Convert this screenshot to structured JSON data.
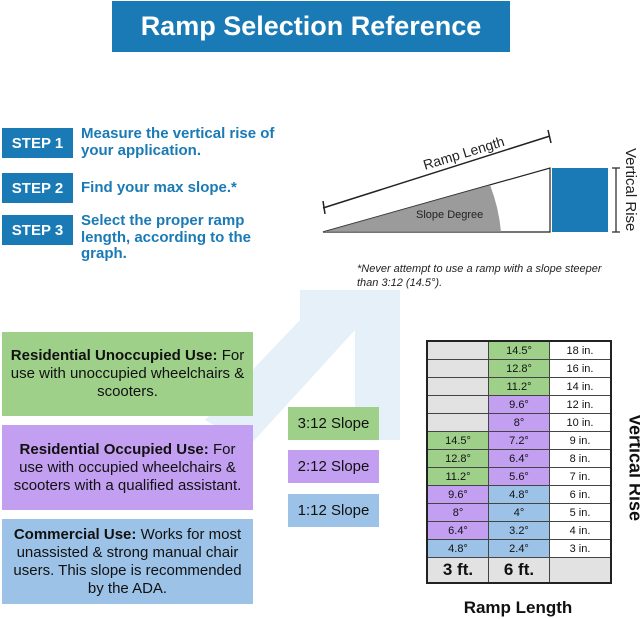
{
  "title": "Ramp Selection Reference",
  "steps": [
    {
      "badge": "STEP 1",
      "text_lines": [
        "Measure the vertical rise of",
        "your application."
      ]
    },
    {
      "badge": "STEP 2",
      "text_lines": [
        "Find your max slope.*"
      ]
    },
    {
      "badge": "STEP 3",
      "text_lines": [
        "Select the proper ramp",
        "length, according to the",
        "graph."
      ]
    }
  ],
  "diagram": {
    "ramp_length_label": "Ramp Length",
    "slope_degree_label": "Slope Degree",
    "vertical_rise_label": "Vertical Rise"
  },
  "note_lines": [
    "*Never attempt to use a ramp with a slope steeper",
    "than 3:12 (14.5°)."
  ],
  "uses": [
    {
      "heading": "Residential Unoccupied Use:",
      "rest": "For use with unoccupied wheelchairs & scooters.",
      "color": "#9ed08a"
    },
    {
      "heading": "Residential Occupied Use:",
      "rest": "For use with occupied wheelchairs & scooters with a qualified assistant.",
      "color": "#c29ff0"
    },
    {
      "heading": "Commercial Use:",
      "rest": "Works for most unassisted & strong manual chair users. This slope is recommended by the ADA.",
      "color": "#9cc3e7"
    }
  ],
  "slopes": [
    {
      "label": "3:12 Slope",
      "color": "#9ed08a"
    },
    {
      "label": "2:12 Slope",
      "color": "#c29ff0"
    },
    {
      "label": "1:12 Slope",
      "color": "#9cc3e7"
    }
  ],
  "table": {
    "rows": [
      {
        "c1": "",
        "c1_cls": "e",
        "c2": "14.5°",
        "c2_cls": "g",
        "rise": "18 in."
      },
      {
        "c1": "",
        "c1_cls": "e",
        "c2": "12.8°",
        "c2_cls": "g",
        "rise": "16 in."
      },
      {
        "c1": "",
        "c1_cls": "e",
        "c2": "11.2°",
        "c2_cls": "g",
        "rise": "14 in."
      },
      {
        "c1": "",
        "c1_cls": "e",
        "c2": "9.6°",
        "c2_cls": "p",
        "rise": "12 in."
      },
      {
        "c1": "",
        "c1_cls": "e",
        "c2": "8°",
        "c2_cls": "p",
        "rise": "10 in."
      },
      {
        "c1": "14.5°",
        "c1_cls": "g",
        "c2": "7.2°",
        "c2_cls": "p",
        "rise": "9 in."
      },
      {
        "c1": "12.8°",
        "c1_cls": "g",
        "c2": "6.4°",
        "c2_cls": "p",
        "rise": "8 in."
      },
      {
        "c1": "11.2°",
        "c1_cls": "g",
        "c2": "5.6°",
        "c2_cls": "p",
        "rise": "7 in."
      },
      {
        "c1": "9.6°",
        "c1_cls": "p",
        "c2": "4.8°",
        "c2_cls": "b",
        "rise": "6 in."
      },
      {
        "c1": "8°",
        "c1_cls": "p",
        "c2": "4°",
        "c2_cls": "b",
        "rise": "5 in."
      },
      {
        "c1": "6.4°",
        "c1_cls": "p",
        "c2": "3.2°",
        "c2_cls": "b",
        "rise": "4 in."
      },
      {
        "c1": "4.8°",
        "c1_cls": "b",
        "c2": "2.4°",
        "c2_cls": "b",
        "rise": "3 in."
      }
    ],
    "footer": [
      "3 ft.",
      "6 ft.",
      ""
    ],
    "x_axis_label": "Ramp Length",
    "y_axis_label": "Vertical Rise"
  },
  "colors": {
    "brand_blue": "#1a7ab5",
    "green": "#9ed08a",
    "purple": "#c29ff0",
    "blue": "#9cc3e7"
  }
}
